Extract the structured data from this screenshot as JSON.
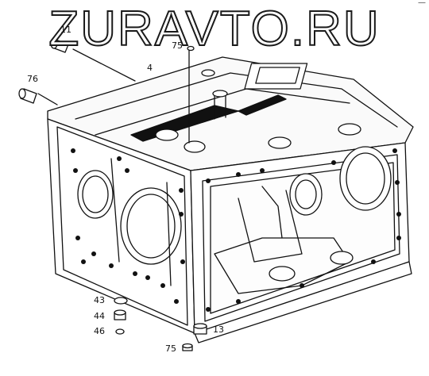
{
  "watermark": "ZURAVTO.RU",
  "corner_mark": "—",
  "callouts": [
    {
      "id": "11",
      "label": "11"
    },
    {
      "id": "4",
      "label": "4"
    },
    {
      "id": "75a",
      "label": "75"
    },
    {
      "id": "76",
      "label": "76"
    },
    {
      "id": "43",
      "label": "43"
    },
    {
      "id": "44",
      "label": "44"
    },
    {
      "id": "46",
      "label": "46"
    },
    {
      "id": "13",
      "label": "13"
    },
    {
      "id": "75b",
      "label": "75"
    }
  ]
}
